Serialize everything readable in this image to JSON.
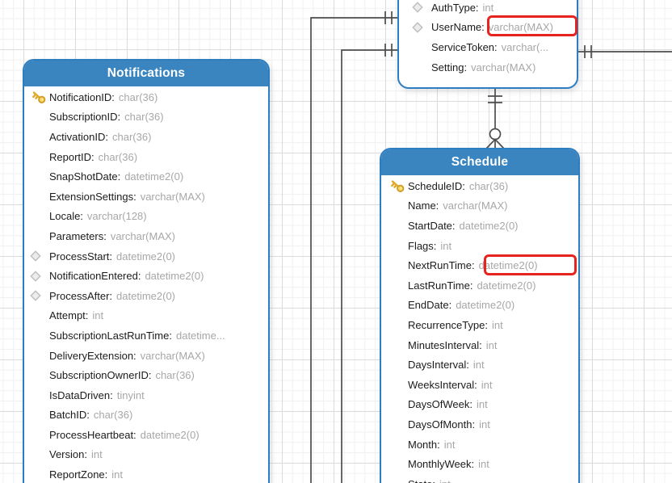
{
  "colors": {
    "table_header_blue": "#3a85c0",
    "table_border_blue": "#2d7dc1",
    "highlight_red": "#e5251d",
    "key_icon_gold": "#e9b93a",
    "diamond_icon_gray": "#bdbdbd",
    "field_name_color": "#1b1b1b",
    "field_type_color": "#a7a7a7",
    "relationship_line": "#4d4d4d"
  },
  "tables": [
    {
      "name": "",
      "fields": [
        {
          "label": "AuthType:",
          "type": "int",
          "icon": "diamond"
        },
        {
          "label": "UserName:",
          "type": "varchar(MAX)",
          "icon": "diamond",
          "highlight": true
        },
        {
          "label": "ServiceToken:",
          "type": "varchar(...",
          "icon": ""
        },
        {
          "label": "Setting:",
          "type": "varchar(MAX)",
          "icon": ""
        }
      ]
    },
    {
      "name": "Notifications",
      "fields": [
        {
          "label": "NotificationID:",
          "type": "char(36)",
          "icon": "key"
        },
        {
          "label": "SubscriptionID:",
          "type": "char(36)",
          "icon": ""
        },
        {
          "label": "ActivationID:",
          "type": "char(36)",
          "icon": ""
        },
        {
          "label": "ReportID:",
          "type": "char(36)",
          "icon": ""
        },
        {
          "label": "SnapShotDate:",
          "type": "datetime2(0)",
          "icon": ""
        },
        {
          "label": "ExtensionSettings:",
          "type": "varchar(MAX)",
          "icon": ""
        },
        {
          "label": "Locale:",
          "type": "varchar(128)",
          "icon": ""
        },
        {
          "label": "Parameters:",
          "type": "varchar(MAX)",
          "icon": ""
        },
        {
          "label": "ProcessStart:",
          "type": "datetime2(0)",
          "icon": "diamond"
        },
        {
          "label": "NotificationEntered:",
          "type": "datetime2(0)",
          "icon": "diamond"
        },
        {
          "label": "ProcessAfter:",
          "type": "datetime2(0)",
          "icon": "diamond"
        },
        {
          "label": "Attempt:",
          "type": "int",
          "icon": ""
        },
        {
          "label": "SubscriptionLastRunTime:",
          "type": "datetime...",
          "icon": ""
        },
        {
          "label": "DeliveryExtension:",
          "type": "varchar(MAX)",
          "icon": ""
        },
        {
          "label": "SubscriptionOwnerID:",
          "type": "char(36)",
          "icon": ""
        },
        {
          "label": "IsDataDriven:",
          "type": "tinyint",
          "icon": ""
        },
        {
          "label": "BatchID:",
          "type": "char(36)",
          "icon": ""
        },
        {
          "label": "ProcessHeartbeat:",
          "type": "datetime2(0)",
          "icon": ""
        },
        {
          "label": "Version:",
          "type": "int",
          "icon": ""
        },
        {
          "label": "ReportZone:",
          "type": "int",
          "icon": ""
        }
      ]
    },
    {
      "name": "Schedule",
      "fields": [
        {
          "label": "ScheduleID:",
          "type": "char(36)",
          "icon": "key"
        },
        {
          "label": "Name:",
          "type": "varchar(MAX)",
          "icon": ""
        },
        {
          "label": "StartDate:",
          "type": "datetime2(0)",
          "icon": ""
        },
        {
          "label": "Flags:",
          "type": "int",
          "icon": ""
        },
        {
          "label": "NextRunTime:",
          "type": "datetime2(0)",
          "icon": "",
          "highlight": true
        },
        {
          "label": "LastRunTime:",
          "type": "datetime2(0)",
          "icon": ""
        },
        {
          "label": "EndDate:",
          "type": "datetime2(0)",
          "icon": ""
        },
        {
          "label": "RecurrenceType:",
          "type": "int",
          "icon": ""
        },
        {
          "label": "MinutesInterval:",
          "type": "int",
          "icon": ""
        },
        {
          "label": "DaysInterval:",
          "type": "int",
          "icon": ""
        },
        {
          "label": "WeeksInterval:",
          "type": "int",
          "icon": ""
        },
        {
          "label": "DaysOfWeek:",
          "type": "int",
          "icon": ""
        },
        {
          "label": "DaysOfMonth:",
          "type": "int",
          "icon": ""
        },
        {
          "label": "Month:",
          "type": "int",
          "icon": ""
        },
        {
          "label": "MonthlyWeek:",
          "type": "int",
          "icon": ""
        },
        {
          "label": "State:",
          "type": "int",
          "icon": ""
        }
      ]
    }
  ],
  "relationships": [
    {
      "id": "top-table-left-upper",
      "notation": "one-and-only-one"
    },
    {
      "id": "top-table-left-lower",
      "notation": "one-and-only-one"
    },
    {
      "id": "top-table-right",
      "notation": "one-and-only-one"
    },
    {
      "id": "top-table-to-schedule",
      "notation": "one-to-zero-or-many"
    }
  ]
}
